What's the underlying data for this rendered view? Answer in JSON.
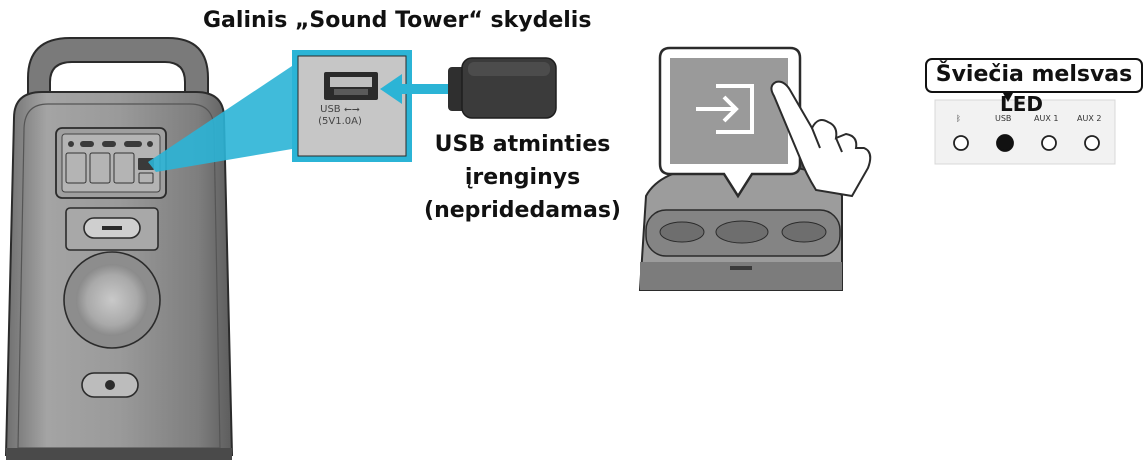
{
  "panel_title": "Galinis „Sound Tower“ skydelis",
  "usb_port": {
    "line1": "USB ⭠⭢",
    "line1_symbol_text": "USB",
    "line2": "(5V1.0A)"
  },
  "usb_device_label": {
    "line1": "USB atminties",
    "line2": "įrenginys",
    "line3": "(nepridedamas)"
  },
  "led_callout": {
    "line1": "Šviečia melsvas",
    "line2": "LED"
  },
  "indicator_panel": {
    "labels": [
      "ᛒ",
      "USB",
      "AUX 1",
      "AUX 2"
    ],
    "active_index": 1
  },
  "colors": {
    "highlight_cyan": "#2bb4d6",
    "speaker_body": "#8e8e8e",
    "speaker_dark": "#3a3a3a",
    "input_icon_bg": "#9a9a9a"
  },
  "icons": {
    "source": "input-source-icon",
    "hand": "hand-press-icon",
    "bluetooth": "bluetooth-icon"
  }
}
